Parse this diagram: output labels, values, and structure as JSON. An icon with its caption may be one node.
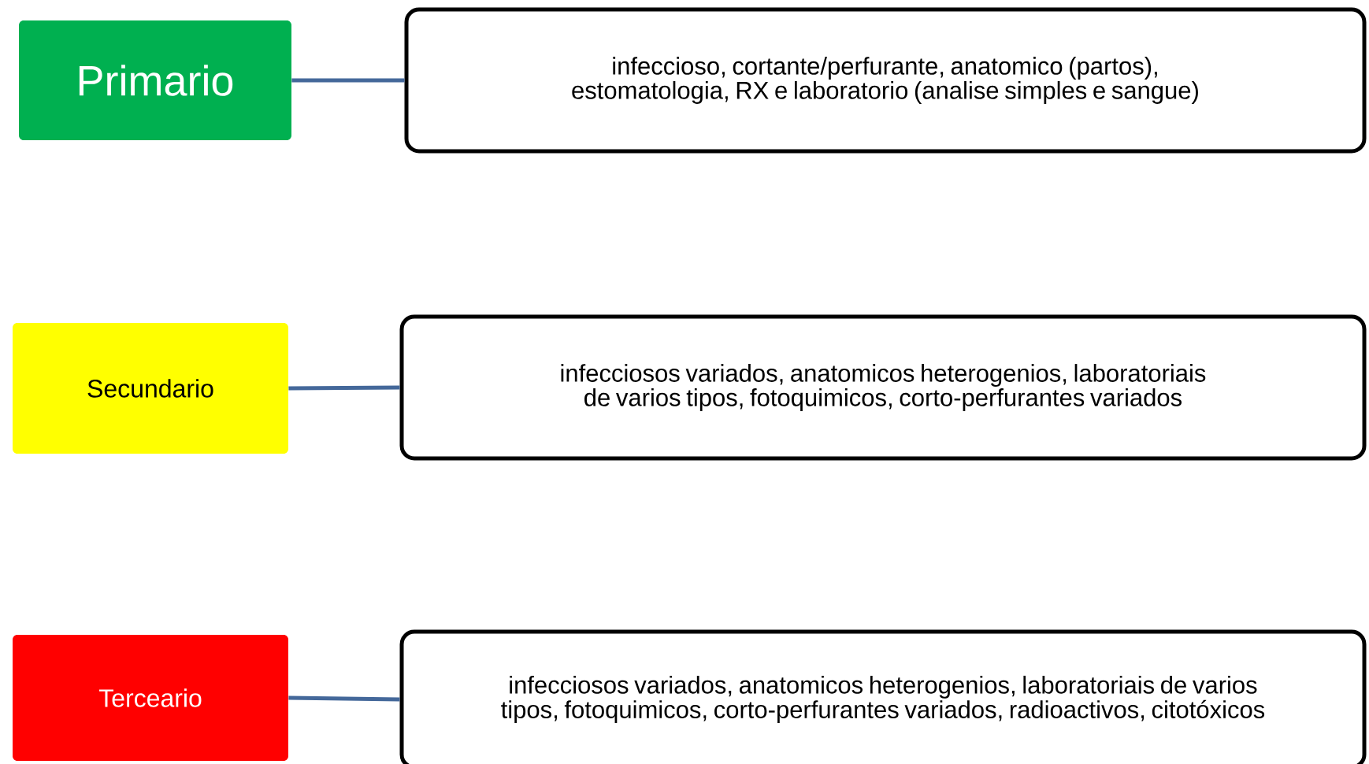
{
  "diagram": {
    "nodes": [
      {
        "text": [
          "Primario"
        ]
      },
      {
        "text": [
          "infeccioso, cortante/perfurante, anatomico (partos), estomatologia, RX e laboratorio (analise simples e sangue)"
        ]
      },
      {
        "text": [
          "Secundario"
        ]
      },
      {
        "text": [
          "infecciosos variados, anatomicos heterogenios, laboratoriais de varios tipos,  fotoquimicos, corto-perfurantes variados"
        ]
      },
      {
        "text": [
          "Terceario"
        ]
      },
      {
        "text": [
          "infecciosos variados, anatomicos heterogenios, laboratoriais de varios tipos,  fotoquimicos, corto-perfurantes variados, radioactivos, citotóxicos"
        ]
      }
    ],
    "edges": [
      {
        "from": 0,
        "to": 1,
        "arrow": "none"
      },
      {
        "from": 2,
        "to": 3,
        "arrow": "none"
      },
      {
        "from": 4,
        "to": 5,
        "arrow": "none"
      }
    ]
  }
}
